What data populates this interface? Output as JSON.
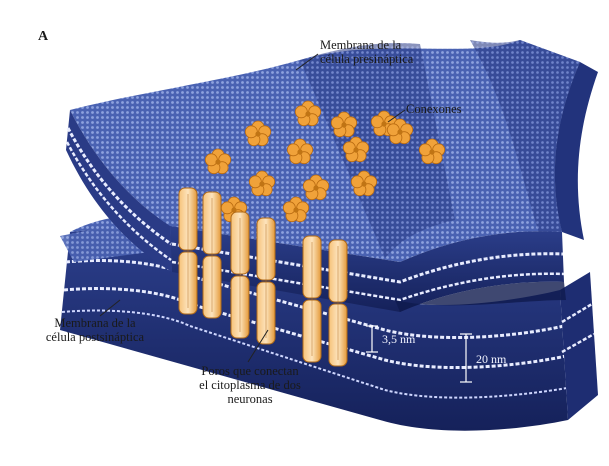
{
  "figure": {
    "panel_letter": "A",
    "labels": {
      "presynaptic_membrane": [
        "Membrana de la",
        "célula presináptica"
      ],
      "connexons": "Conexones",
      "postsynaptic_membrane": [
        "Membrana de la",
        "célula postsináptica"
      ],
      "pores": [
        "Poros que conectan",
        "el citoplasma de dos",
        "neuronas"
      ],
      "gap_distance": "3,5 nm",
      "total_distance": "20 nm"
    },
    "colors": {
      "membrane_top": "#5a72bf",
      "membrane_dark": "#1b2a6b",
      "membrane_mid": "#3a4fa0",
      "lipid_white": "#e8ecff",
      "connexon_orange": "#f0a23a",
      "connexon_light": "#fbd9a8"
    }
  }
}
